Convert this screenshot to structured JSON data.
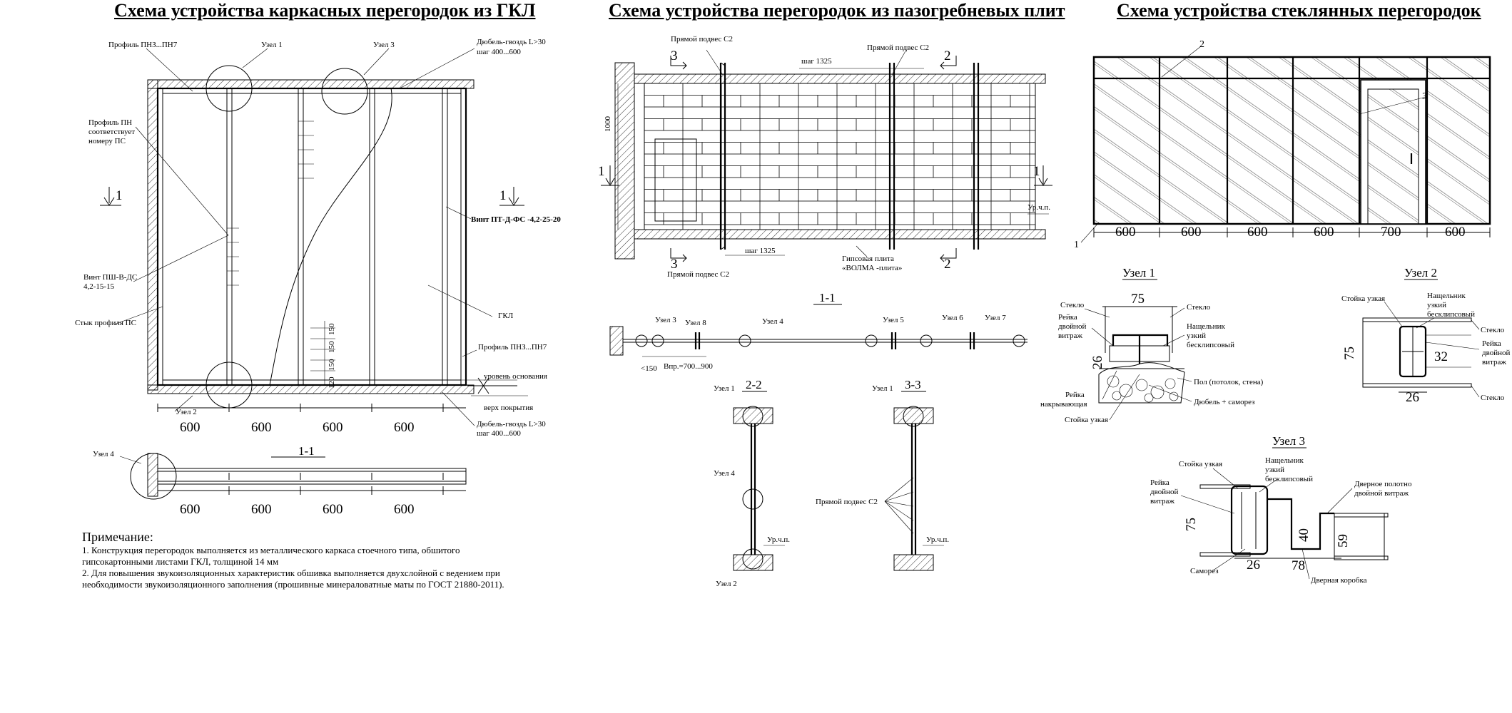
{
  "titles": {
    "gkl": "Схема устройства каркасных перегородок из ГКЛ",
    "pgp": "Схема устройства перегородок из пазогребневых плит",
    "glass": "Схема устройства стеклянных перегородок"
  },
  "gkl": {
    "labels": {
      "profile_pnz": "Профиль ПНЗ...ПН7",
      "node1": "Узел 1",
      "node3": "Узел 3",
      "dowel_top_1": "Дюбель-гвоздь L>30",
      "dowel_top_2": "шаг 400...600",
      "profile_pn_1": "Профиль ПН",
      "profile_pn_2": "соответствует",
      "profile_pn_3": "номеру ПС",
      "section_mark": "1",
      "screw_pt": "Винт ПТ-Д-ФС -4,2-25-20",
      "screw_psh_1": "Винт ПШ-В-ДС",
      "screw_psh_2": "4,2-15-15",
      "joint_ps": "Стык профиля ПС",
      "gkl": "ГКЛ",
      "profile_pnz_2": "Профиль ПНЗ...ПН7",
      "base_level": "уровень основания",
      "floor_top": "верх покрытия",
      "node2": "Узел 2",
      "dowel_bot_1": "Дюбель-гвоздь L>30",
      "dowel_bot_2": "шаг 400...600",
      "node4": "Узел 4",
      "section_title": "1-1",
      "v150a": "150",
      "v150b": "150",
      "v150c": "150",
      "v120": "120"
    },
    "dims": [
      "600",
      "600",
      "600",
      "600"
    ],
    "dims2": [
      "600",
      "600",
      "600",
      "600"
    ]
  },
  "pgp": {
    "labels": {
      "hanger_tl": "Прямой подвес С2",
      "hanger_tr": "Прямой подвес С2",
      "step_top": "шаг 1325",
      "step_bot": "шаг 1325",
      "mark3": "3",
      "mark2": "2",
      "mark1": "1",
      "h1000": "1000",
      "level": "Ур.ч.п.",
      "hanger_bl": "Прямой подвес С2",
      "plate_1": "Гипсовая плита",
      "plate_2": "«ВОЛМА -плита»",
      "sec11": "1-1",
      "n3": "Узел 3",
      "n8": "Узел 8",
      "n4": "Узел 4",
      "n5": "Узел 5",
      "n6": "Узел 6",
      "n7": "Узел 7",
      "lt150": "<150",
      "vpr": "Впр.=700...900",
      "sec22": "2-2",
      "sec33": "3-3",
      "n1a": "Узел 1",
      "n1b": "Узел 1",
      "n4b": "Узел 4",
      "n2b": "Узел 2",
      "hanger_mid": "Прямой подвес С2",
      "level2": "Ур.ч.п.",
      "level3": "Ур.ч.п."
    }
  },
  "glass": {
    "labels": {
      "m2": "2",
      "m3": "3",
      "m1": "1"
    },
    "dims": [
      "600",
      "600",
      "600",
      "600",
      "700",
      "600"
    ],
    "node1": {
      "title": "Узел 1",
      "w75": "75",
      "h26": "26",
      "glass_l": "Стекло",
      "glass_r": "Стекло",
      "rail_1": "Рейка",
      "rail_2": "двойной",
      "rail_3": "витраж",
      "strip_1": "Нащельник",
      "strip_2": "узкий",
      "strip_3": "бесклипсовый",
      "floor": "Пол (потолок, стена)",
      "cover_1": "Рейка",
      "cover_2": "накрывающая",
      "dowel": "Дюбель + саморез",
      "post": "Стойка узкая"
    },
    "node2": {
      "title": "Узел 2",
      "post": "Стойка узкая",
      "strip_1": "Нащельник",
      "strip_2": "узкий",
      "strip_3": "бесклипсовый",
      "glass_r": "Стекло",
      "rail_1": "Рейка",
      "rail_2": "двойной",
      "rail_3": "витраж",
      "h75": "75",
      "w32": "32",
      "w26": "26",
      "glass_b": "Стекло"
    },
    "node3": {
      "title": "Узел 3",
      "post": "Стойка узкая",
      "strip_1": "Нащельник",
      "strip_2": "узкий",
      "strip_3": "бесклипсовый",
      "rail_1": "Рейка",
      "rail_2": "двойной",
      "rail_3": "витраж",
      "door_1": "Дверное полотно",
      "door_2": "двойной витраж",
      "h75": "75",
      "h40": "40",
      "h59": "59",
      "w26": "26",
      "w78": "78",
      "screw": "Саморез",
      "frame": "Дверная коробка"
    }
  },
  "note": {
    "heading": "Примечание:",
    "p1": "1. Конструкция перегородок выполняется из металлического каркаса стоечного типа, обшитого гипсокартонными листами ГКЛ, толщиной 14 мм",
    "p2": "2. Для повышения звукоизоляционных характеристик обшивка выполняется двухслойной с ведением при необходимости звукоизоляционного заполнения (прошивные минераловатные маты по ГОСТ 21880-2011)."
  }
}
